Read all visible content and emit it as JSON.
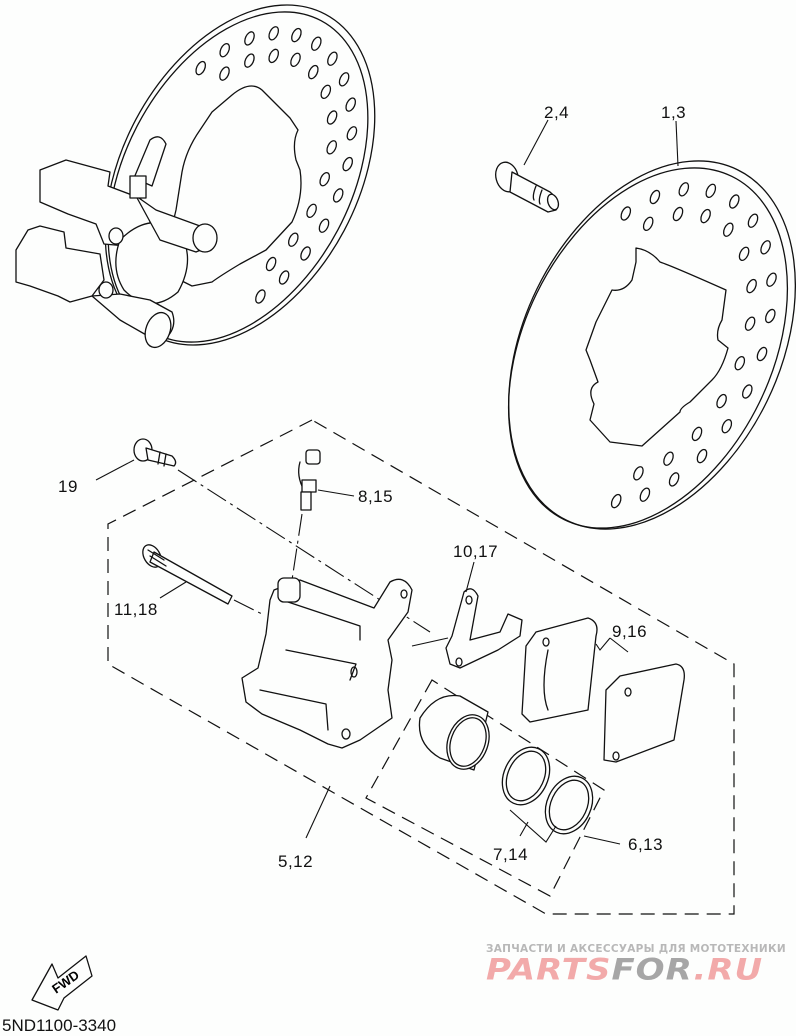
{
  "diagram": {
    "title_code": "5ND1100-3340",
    "direction_badge": "FWD",
    "callouts": [
      {
        "id": "1,3",
        "part": "brake-disc-right"
      },
      {
        "id": "2,4",
        "part": "disc-bolt"
      },
      {
        "id": "19",
        "part": "caliper-mount-bolt"
      },
      {
        "id": "8,15",
        "part": "bleed-screw"
      },
      {
        "id": "10,17",
        "part": "pad-support-bracket"
      },
      {
        "id": "11,18",
        "part": "caliper-slide-pin"
      },
      {
        "id": "9,16",
        "part": "brake-pad-kit"
      },
      {
        "id": "5,12",
        "part": "caliper-assembly"
      },
      {
        "id": "7,14",
        "part": "piston-seal-kit"
      },
      {
        "id": "6,13",
        "part": "caliper-seal-kit"
      }
    ]
  },
  "watermark": {
    "tagline": "ЗАПЧАСТИ И АКСЕССУАРЫ ДЛЯ МОТОТЕХНИКИ",
    "logo_part1": "PARTS",
    "logo_part2": "FOR",
    "logo_part3": ".RU",
    "colors": {
      "pink": "#f2aaaa",
      "gray": "#a6a6a6",
      "tagline": "#b8b8b8"
    }
  }
}
